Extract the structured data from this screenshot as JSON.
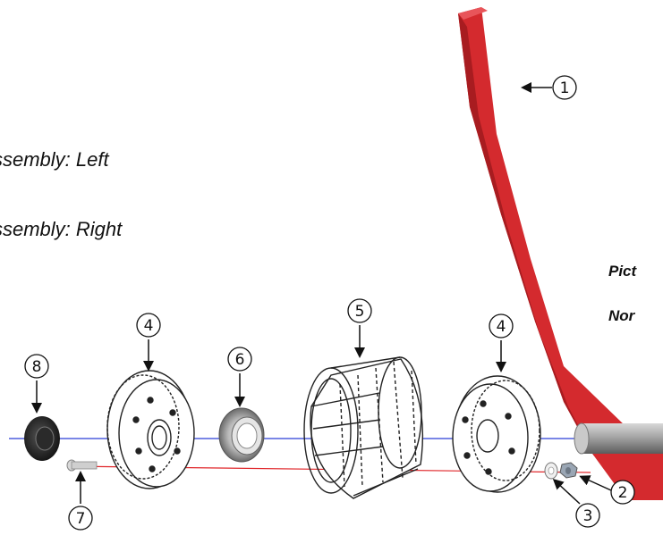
{
  "captions": {
    "assembly_left": "ssembly:  Left",
    "assembly_right": "ssembly: Right",
    "pict": "Pict",
    "nor": "Nor"
  },
  "part_numbers": {
    "p1": "1",
    "p2": "2",
    "p3": "3",
    "p4_left": "4",
    "p4_right": "4",
    "p5": "5",
    "p6": "6",
    "p7": "7",
    "p8": "8"
  },
  "colors": {
    "arm": "#d42a2e",
    "arm_shadow": "#a81c20",
    "axis_blue": "#2b3fd8",
    "axis_red": "#e0262a",
    "shaft": "#9a9a9a"
  }
}
